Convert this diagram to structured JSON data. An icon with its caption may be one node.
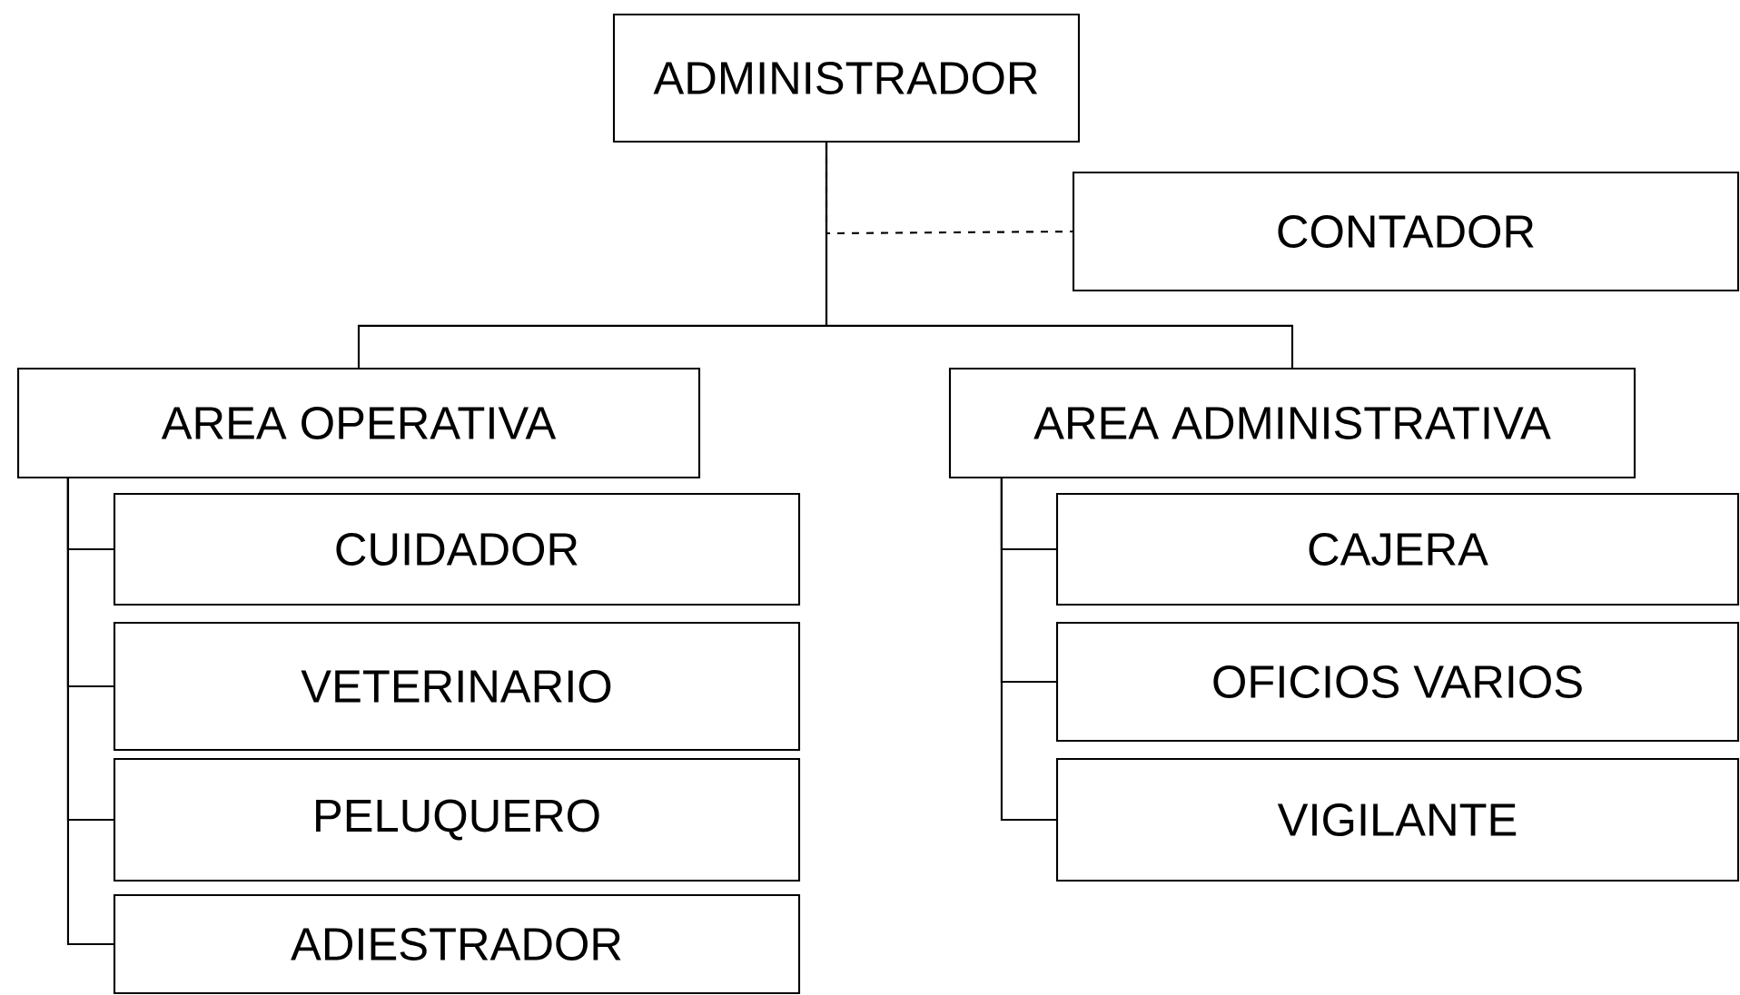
{
  "diagram": {
    "nodes": [
      {
        "text": [
          "ADMINISTRADOR"
        ]
      },
      {
        "text": [
          "CONTADOR"
        ]
      },
      {
        "text": [
          "AREA OPERATIVA"
        ]
      },
      {
        "text": [
          "AREA ADMINISTRATIVA"
        ]
      },
      {
        "text": [
          "CUIDADOR"
        ]
      },
      {
        "text": [
          "VETERINARIO"
        ]
      },
      {
        "text": [
          "PELUQUERO"
        ]
      },
      {
        "text": [
          "ADIESTRADOR"
        ]
      },
      {
        "text": [
          "CAJERA"
        ]
      },
      {
        "text": [
          "OFICIOS VARIOS"
        ]
      },
      {
        "text": [
          "VIGILANTE"
        ]
      }
    ],
    "edges": [
      {
        "from": 0,
        "to": 1,
        "arrow": "none",
        "style": "dashed"
      },
      {
        "from": 0,
        "to": 2,
        "arrow": "none"
      },
      {
        "from": 0,
        "to": 3,
        "arrow": "none"
      },
      {
        "from": 2,
        "to": 4,
        "arrow": "none"
      },
      {
        "from": 2,
        "to": 5,
        "arrow": "none"
      },
      {
        "from": 2,
        "to": 6,
        "arrow": "none"
      },
      {
        "from": 2,
        "to": 7,
        "arrow": "none"
      },
      {
        "from": 3,
        "to": 8,
        "arrow": "none"
      },
      {
        "from": 3,
        "to": 9,
        "arrow": "none"
      },
      {
        "from": 3,
        "to": 10,
        "arrow": "none"
      }
    ]
  }
}
